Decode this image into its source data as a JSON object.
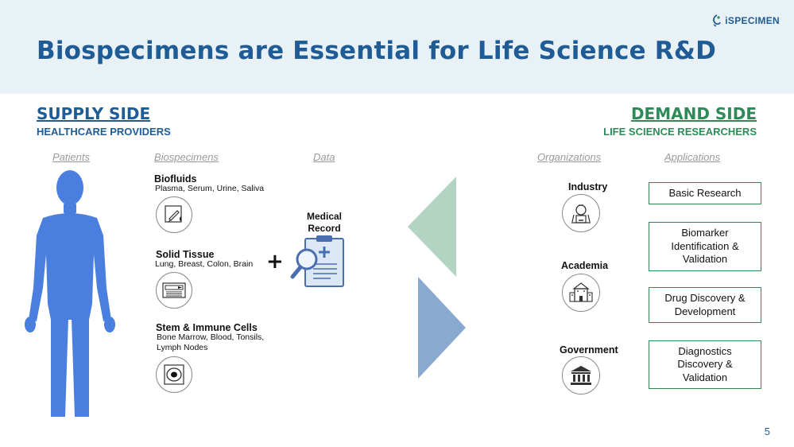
{
  "slide": {
    "title": "Biospecimens are Essential for Life Science R&D",
    "page_number": "5",
    "logo_text": "iSPECIMEN",
    "colors": {
      "brand_blue": "#1f5c96",
      "green": "#2e8b57",
      "silhouette": "#4a7fe0",
      "arrow_green": "#b3d3c3",
      "arrow_blue": "#8aa9d0"
    }
  },
  "supply": {
    "title": "SUPPLY SIDE",
    "subtitle": "HEALTHCARE PROVIDERS",
    "columns": {
      "patients": "Patients",
      "biospecimens": "Biospecimens",
      "data": "Data"
    },
    "specimens": [
      {
        "title": "Biofluids",
        "desc": "Plasma, Serum, Urine, Saliva",
        "icon": "test-tube-icon"
      },
      {
        "title": "Solid Tissue",
        "desc": "Lung, Breast, Colon, Brain",
        "icon": "tissue-slide-icon"
      },
      {
        "title": "Stem & Immune Cells",
        "desc": "Bone Marrow, Blood, Tonsils, Lymph Nodes",
        "icon": "cell-icon"
      }
    ],
    "plus": "+",
    "data_item": {
      "label": "Medical Record",
      "icon": "clipboard-magnifier-icon"
    }
  },
  "demand": {
    "title": "DEMAND SIDE",
    "subtitle": "LIFE SCIENCE RESEARCHERS",
    "columns": {
      "organizations": "Organizations",
      "applications": "Applications"
    },
    "organizations": [
      {
        "label": "Industry",
        "icon": "lab-flask-icon"
      },
      {
        "label": "Academia",
        "icon": "school-building-icon"
      },
      {
        "label": "Government",
        "icon": "government-building-icon"
      }
    ],
    "applications": [
      "Basic Research",
      "Biomarker Identification & Validation",
      "Drug Discovery & Development",
      "Diagnostics Discovery & Validation"
    ]
  }
}
